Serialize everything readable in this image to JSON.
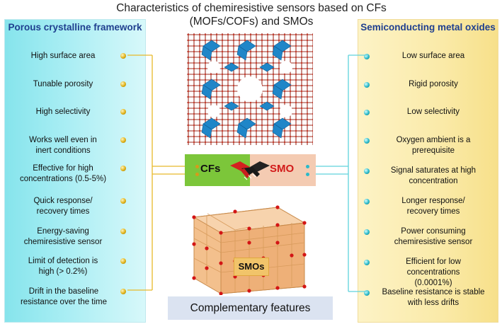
{
  "title": "Characteristics of chemiresistive sensors based on CFs (MOFs/COFs) and SMOs",
  "left_panel": {
    "title": "Porous crystalline framework",
    "items": [
      "High surface area",
      "Tunable porosity",
      "High selectivity",
      "Works well even in inert conditions",
      "Effective for high concentrations (0.5-5%)",
      "Quick response/ recovery times",
      "Energy-saving chemiresistive sensor",
      "Limit of detection is high (> 0.2%)",
      "Drift in the baseline resistance  over the time"
    ]
  },
  "right_panel": {
    "title": "Semiconducting metal oxides",
    "items": [
      "Low surface area",
      "Rigid porosity",
      "Low selectivity",
      "Oxygen ambient is a prerequisite",
      "Signal saturates at  high concentration",
      "Longer response/ recovery times",
      "Power consuming chemiresistive sensor",
      "Efficient for low concentrations (0.0001%)",
      "Baseline resistance is stable with less drifts"
    ]
  },
  "center": {
    "cf_label": "CFs",
    "smo_label": "SMO",
    "smos_label": "SMOs",
    "footer": "Complementary features"
  },
  "colors": {
    "left_panel": "#a6edf3",
    "right_panel": "#faeaa8",
    "cf_badge": "#7cc63a",
    "smo_badge": "#f4cbb2",
    "title_blue": "#1f3f8f",
    "smo_red": "#d21a1a",
    "left_connector": "#e8b92a",
    "right_connector": "#5fd2dc"
  }
}
